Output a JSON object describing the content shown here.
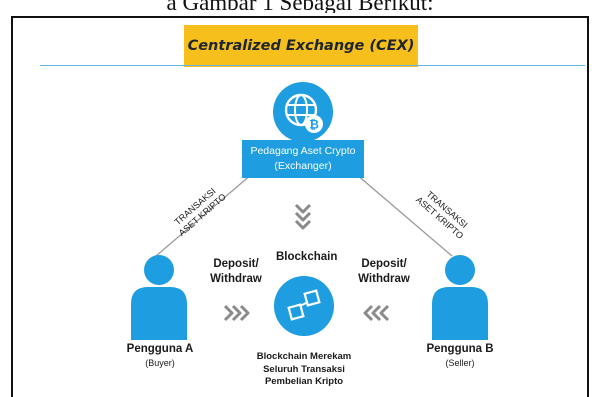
{
  "caption": "a Gambar 1 Sebagai Berikut:",
  "title": "Centralized Exchange (CEX)",
  "exchanger": {
    "line1": "Pedagang Aset Crypto",
    "line2": "(Exchanger)"
  },
  "transaksi_left": {
    "line1": "TRANSAKSI",
    "line2": "ASET KRIPTO"
  },
  "transaksi_right": {
    "line1": "TRANSAKSI",
    "line2": "ASET KRIPTO"
  },
  "blockchain_label": "Blockchain",
  "deposit_left": {
    "line1": "Deposit/",
    "line2": "Withdraw"
  },
  "deposit_right": {
    "line1": "Deposit/",
    "line2": "Withdraw"
  },
  "user_a": {
    "name": "Pengguna A",
    "role": "(Buyer)"
  },
  "user_b": {
    "name": "Pengguna B",
    "role": "(Seller)"
  },
  "blockchain_desc": {
    "line1": "Blockchain Merekam",
    "line2": "Seluruh Transaksi",
    "line3": "Pembelian Kripto"
  },
  "colors": {
    "accent_yellow": "#f6bf1c",
    "accent_blue": "#1e9de0",
    "arrow_gray": "#8a8a8a"
  },
  "icons": {
    "exchanger": "globe-bitcoin-icon",
    "blockchain": "blockchain-cubes-icon",
    "user": "person-icon"
  }
}
